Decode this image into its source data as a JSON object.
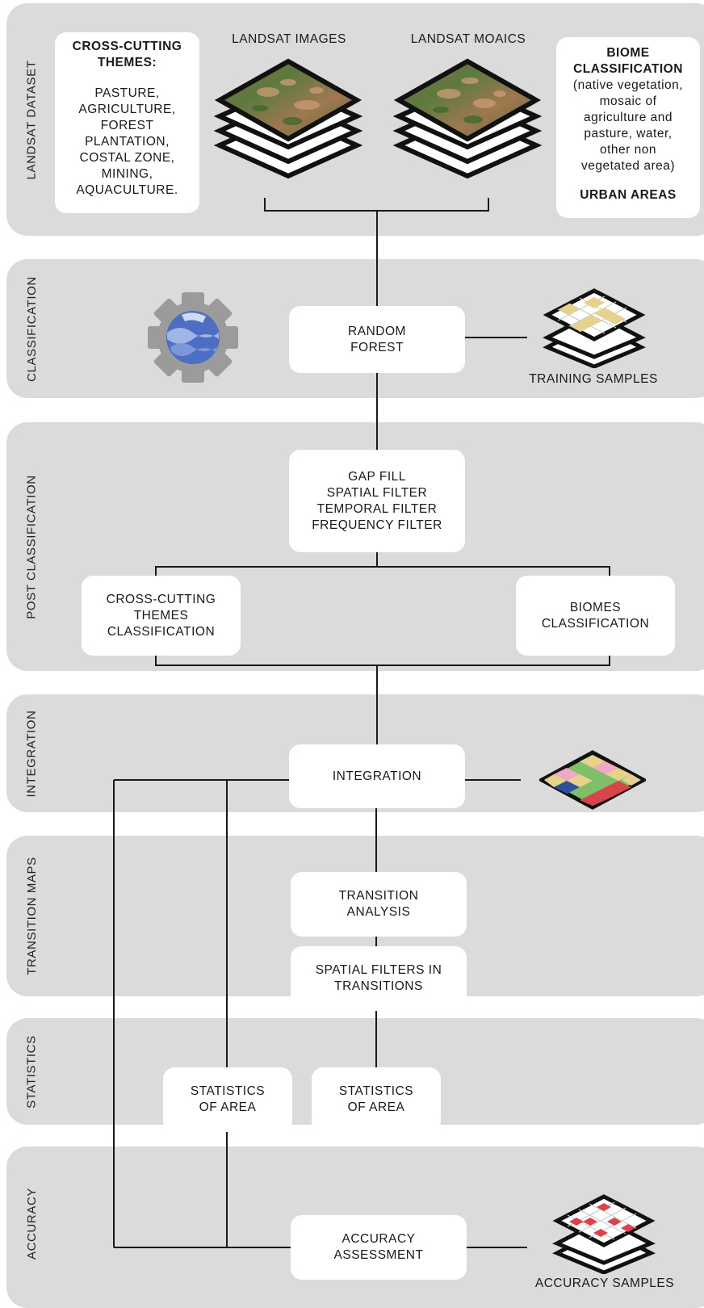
{
  "bands": {
    "landsat": "LANDSAT DATASET",
    "classification": "CLASSIFICATION",
    "post": "POST CLASSIFICATION",
    "integration": "INTEGRATION",
    "transition": "TRANSITION MAPS",
    "statistics": "STATISTICS",
    "accuracy": "ACCURACY"
  },
  "landsat": {
    "themes_title": [
      "CROSS-CUTTING",
      "THEMES:"
    ],
    "themes_items": [
      "PASTURE,",
      "AGRICULTURE,",
      "FOREST",
      "PLANTATION,",
      "COSTAL ZONE,",
      "MINING,",
      "AQUACULTURE."
    ],
    "images_label": "LANDSAT IMAGES",
    "mosaics_label": "LANDSAT MOAICS",
    "biome_title": [
      "BIOME",
      "CLASSIFICATION"
    ],
    "biome_desc": [
      "(native vegetation,",
      "mosaic of",
      "agriculture and",
      "pasture, water,",
      "other non",
      "vegetated area)"
    ],
    "urban": "URBAN AREAS"
  },
  "classification": {
    "random_forest": [
      "RANDOM",
      "FOREST"
    ],
    "training_samples": "TRAINING SAMPLES"
  },
  "post": {
    "filters": [
      "GAP FILL",
      "SPATIAL FILTER",
      "TEMPORAL FILTER",
      "FREQUENCY FILTER"
    ],
    "cross_cutting": [
      "CROSS-CUTTING",
      "THEMES",
      "CLASSIFICATION"
    ],
    "biomes": [
      "BIOMES",
      "CLASSIFICATION"
    ]
  },
  "integration": {
    "label": "INTEGRATION"
  },
  "transition": {
    "analysis": [
      "TRANSITION",
      "ANALYSIS"
    ],
    "spatial": [
      "SPATIAL FILTERS IN",
      "TRANSITIONS"
    ]
  },
  "statistics": {
    "left": [
      "STATISTICS",
      "OF AREA"
    ],
    "right": [
      "STATISTICS",
      "OF AREA"
    ]
  },
  "accuracy": {
    "assessment": [
      "ACCURACY",
      "ASSESSMENT"
    ],
    "samples": "ACCURACY SAMPLES"
  },
  "colors": {
    "band": "#dbdbdb",
    "box": "#ffffff",
    "line": "#1a1a1a",
    "sand": "#e6d28c",
    "pink": "#f0a9c4",
    "green": "#7fbf6a",
    "red": "#d9434a",
    "blue": "#2c4f9e"
  }
}
